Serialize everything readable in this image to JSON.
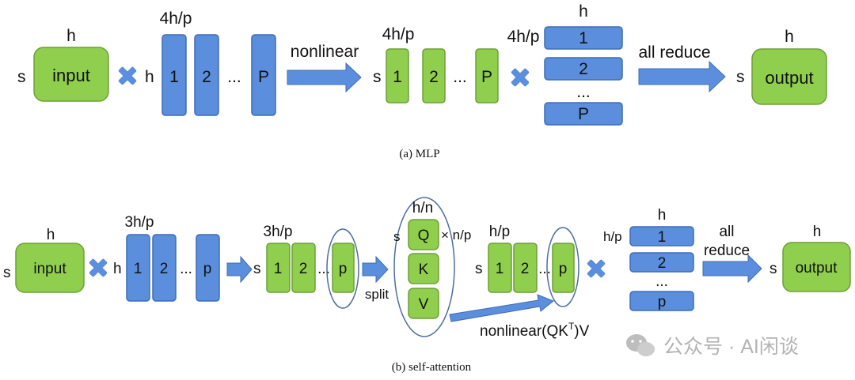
{
  "colors": {
    "green": "#8fcf4d",
    "green_stroke": "#6e9f3a",
    "blue": "#5b8edc",
    "blue_stroke": "#3d6db5",
    "arrow": "#5b8edc",
    "oval_stroke": "#4b6fa0",
    "text": "#111111"
  },
  "icons": {
    "multiply": "multiply-icon",
    "arrow": "arrow-right-icon",
    "watermark": "wechat-icon"
  },
  "mlp": {
    "caption": "(a)  MLP",
    "input": {
      "label": "input",
      "top": "h",
      "side": "s"
    },
    "weight1": {
      "top": "4h/p",
      "side": "h",
      "items": [
        "1",
        "2",
        "P"
      ],
      "ellipsis": "..."
    },
    "arrow1_label": "nonlinear",
    "act": {
      "top": "4h/p",
      "side": "s",
      "items": [
        "1",
        "2",
        "P"
      ],
      "ellipsis": "..."
    },
    "weight2": {
      "top": "h",
      "side": "4h/p",
      "items": [
        "1",
        "2",
        "P"
      ],
      "ellipsis": "..."
    },
    "arrow2_label": "all reduce",
    "output": {
      "label": "output",
      "top": "h",
      "side": "s"
    }
  },
  "attn": {
    "caption": "(b)  self-attention",
    "input": {
      "label": "input",
      "top": "h",
      "side": "s"
    },
    "weight1": {
      "top": "3h/p",
      "side": "h",
      "items": [
        "1",
        "2",
        "p"
      ],
      "ellipsis": "..."
    },
    "act": {
      "top": "3h/p",
      "side": "s",
      "items": [
        "1",
        "2",
        "p"
      ],
      "ellipsis": "..."
    },
    "split_label": "split",
    "qkv": {
      "top": "h/n",
      "side": "s",
      "right": "× n/p",
      "items": [
        "Q",
        "K",
        "V"
      ]
    },
    "act2": {
      "top": "h/p",
      "side": "s",
      "items": [
        "1",
        "2",
        "p"
      ],
      "ellipsis": "..."
    },
    "nonlinear_label_pre": "nonlinear(QK",
    "nonlinear_label_sup": "T",
    "nonlinear_label_post": ")V",
    "weight2": {
      "top": "h",
      "side": "h/p",
      "items": [
        "1",
        "2",
        "p"
      ],
      "ellipsis": "..."
    },
    "arrow_label_line1": "all",
    "arrow_label_line2": "reduce",
    "output": {
      "label": "output",
      "top": "h",
      "side": "s"
    }
  },
  "watermark": "公众号 · AI闲谈"
}
